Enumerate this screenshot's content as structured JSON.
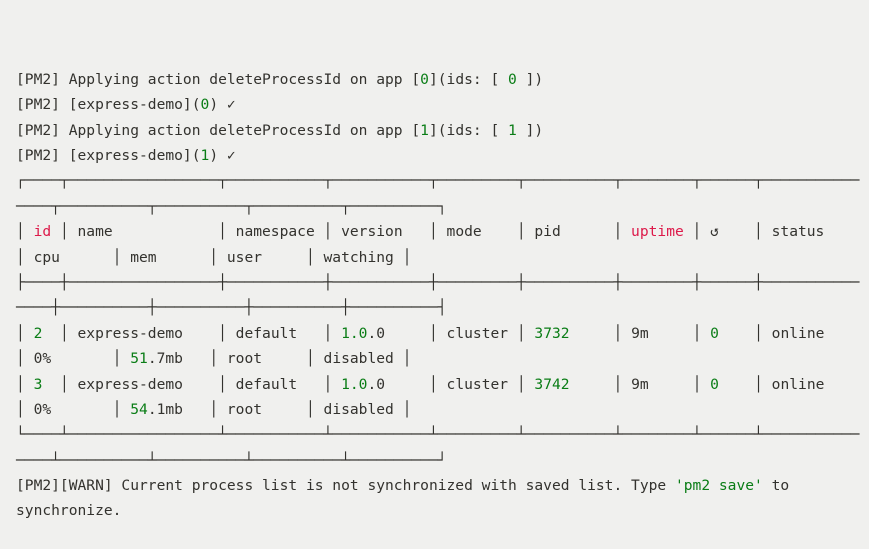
{
  "colors": {
    "bg": "#f0f0ee",
    "fg": "#33322e",
    "green": "#0a7d16",
    "red": "#dd1a4a"
  },
  "process_table": {
    "headers": [
      "id",
      "name",
      "namespace",
      "version",
      "mode",
      "pid",
      "uptime",
      "↺",
      "status",
      "cpu",
      "mem",
      "user",
      "watching"
    ],
    "rows": [
      [
        "2",
        "express-demo",
        "default",
        "1.0.0",
        "cluster",
        "3732",
        "9m",
        "0",
        "online",
        "0%",
        "51.7mb",
        "root",
        "disabled"
      ],
      [
        "3",
        "express-demo",
        "default",
        "1.0.0",
        "cluster",
        "3742",
        "9m",
        "0",
        "online",
        "0%",
        "54.1mb",
        "root",
        "disabled"
      ]
    ]
  },
  "terminal": {
    "lines": [
      {
        "name": "log-delete-app-0",
        "segments": [
          {
            "t": "[PM2] Applying action deleteProcessId on app ["
          },
          {
            "t": "0",
            "c": "green"
          },
          {
            "t": "](ids: [ "
          },
          {
            "t": "0",
            "c": "green"
          },
          {
            "t": " ])"
          }
        ]
      },
      {
        "name": "log-done-app-0",
        "segments": [
          {
            "t": "[PM2] [express-demo]("
          },
          {
            "t": "0",
            "c": "green"
          },
          {
            "t": ") ✓"
          }
        ]
      },
      {
        "name": "log-delete-app-1",
        "segments": [
          {
            "t": "[PM2] Applying action deleteProcessId on app ["
          },
          {
            "t": "1",
            "c": "green"
          },
          {
            "t": "](ids: [ "
          },
          {
            "t": "1",
            "c": "green"
          },
          {
            "t": " ])"
          }
        ]
      },
      {
        "name": "log-done-app-1",
        "segments": [
          {
            "t": "[PM2] [express-demo]("
          },
          {
            "t": "1",
            "c": "green"
          },
          {
            "t": ") ✓"
          }
        ]
      },
      {
        "name": "table-top-border-a",
        "segments": [
          {
            "t": "┌────┬─────────────────┬───────────┬───────────┬─────────┬──────────┬────────┬──────┬───────────"
          }
        ]
      },
      {
        "name": "table-top-border-b",
        "segments": [
          {
            "t": "────┬──────────┬──────────┬──────────┬──────────┐"
          }
        ]
      },
      {
        "name": "table-header-a",
        "segments": [
          {
            "t": "│ "
          },
          {
            "t": "id",
            "c": "red"
          },
          {
            "t": " │ name            │ namespace │ version   │ mode    │ pid      │ "
          },
          {
            "t": "uptime",
            "c": "red"
          },
          {
            "t": " │ ↺    │ status    "
          }
        ]
      },
      {
        "name": "table-header-b",
        "segments": [
          {
            "t": "│ cpu      │ mem      │ user     │ watching │"
          }
        ]
      },
      {
        "name": "table-separator-a",
        "segments": [
          {
            "t": "├────┼─────────────────┼───────────┼───────────┼─────────┼──────────┼────────┼──────┼───────────"
          }
        ]
      },
      {
        "name": "table-separator-b",
        "segments": [
          {
            "t": "────┼──────────┼──────────┼──────────┼──────────┤"
          }
        ]
      },
      {
        "name": "table-row-2-a",
        "segments": [
          {
            "t": "│ "
          },
          {
            "t": "2",
            "c": "green"
          },
          {
            "t": "  │ express-demo    │ default   │ "
          },
          {
            "t": "1.0",
            "c": "green"
          },
          {
            "t": ".0     │ cluster │ "
          },
          {
            "t": "3732",
            "c": "green"
          },
          {
            "t": "     │ 9m     │ "
          },
          {
            "t": "0",
            "c": "green"
          },
          {
            "t": "    │ online    "
          }
        ]
      },
      {
        "name": "table-row-2-b",
        "segments": [
          {
            "t": "│ 0%       │ "
          },
          {
            "t": "51",
            "c": "green"
          },
          {
            "t": ".7mb   │ root     │ disabled │"
          }
        ]
      },
      {
        "name": "table-row-3-a",
        "segments": [
          {
            "t": "│ "
          },
          {
            "t": "3",
            "c": "green"
          },
          {
            "t": "  │ express-demo    │ default   │ "
          },
          {
            "t": "1.0",
            "c": "green"
          },
          {
            "t": ".0     │ cluster │ "
          },
          {
            "t": "3742",
            "c": "green"
          },
          {
            "t": "     │ 9m     │ "
          },
          {
            "t": "0",
            "c": "green"
          },
          {
            "t": "    │ online    "
          }
        ]
      },
      {
        "name": "table-row-3-b",
        "segments": [
          {
            "t": "│ 0%       │ "
          },
          {
            "t": "54",
            "c": "green"
          },
          {
            "t": ".1mb   │ root     │ disabled │"
          }
        ]
      },
      {
        "name": "table-bottom-border-a",
        "segments": [
          {
            "t": "└────┴─────────────────┴───────────┴───────────┴─────────┴──────────┴────────┴──────┴───────────"
          }
        ]
      },
      {
        "name": "table-bottom-border-b",
        "segments": [
          {
            "t": "────┴──────────┴──────────┴──────────┴──────────┘"
          }
        ]
      },
      {
        "name": "warn-line-1",
        "segments": [
          {
            "t": "[PM2][WARN] Current process list is not synchronized with saved list. Type "
          },
          {
            "t": "'pm2 save'",
            "c": "green"
          },
          {
            "t": " to"
          }
        ]
      },
      {
        "name": "warn-line-2",
        "segments": [
          {
            "t": "synchronize."
          }
        ]
      }
    ]
  }
}
